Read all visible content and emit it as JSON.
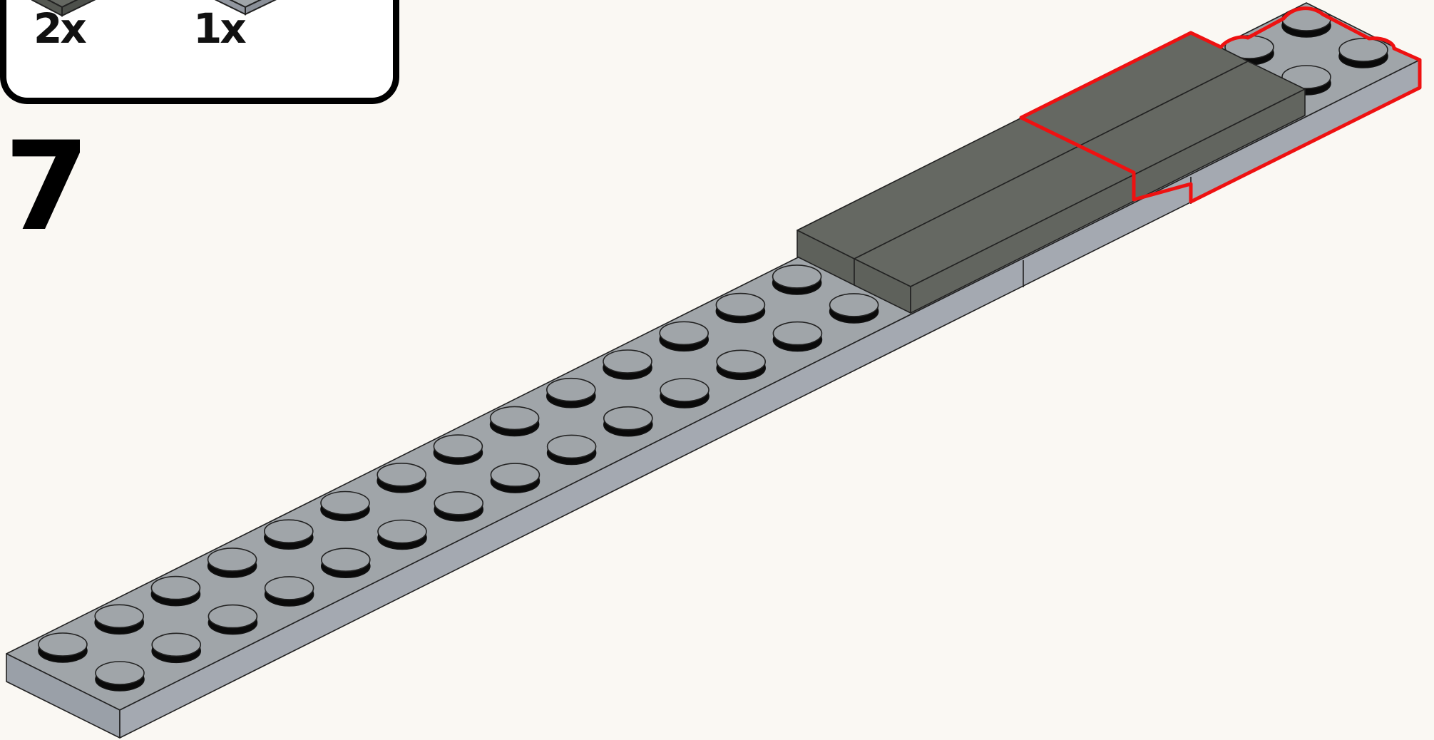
{
  "parts_list": {
    "items": [
      {
        "quantity": "2x",
        "color": "#656862"
      },
      {
        "quantity": "1x",
        "color": "#a0a5a9"
      }
    ]
  },
  "step": {
    "number": "7"
  },
  "colors": {
    "background": "#faf8f3",
    "plate_light_gray": "#a0a5a9",
    "tile_dark_gray": "#656862",
    "highlight_outline": "#ee1111"
  }
}
